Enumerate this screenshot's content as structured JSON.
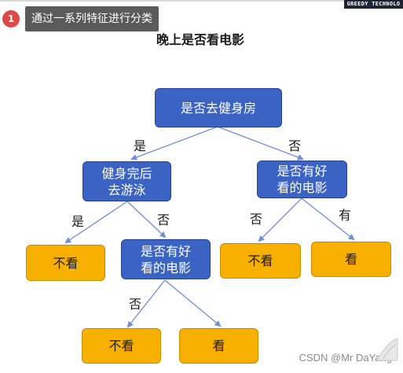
{
  "brand_strip": "GREEDY TECHNOLO",
  "step_tooltip": {
    "number": "1",
    "text": "通过一系列特征进行分类"
  },
  "title": "晚上是否看电影",
  "nodes": {
    "root": [
      "是否去健身房"
    ],
    "left_q": [
      "健身完后",
      "去游泳"
    ],
    "right_q": [
      "是否有好",
      "看的电影"
    ],
    "mid_q": [
      "是否有好",
      "看的电影"
    ],
    "leaf_ll": [
      "不看"
    ],
    "leaf_rl": [
      "不看"
    ],
    "leaf_rr": [
      "看"
    ],
    "leaf_ml": [
      "不看"
    ],
    "leaf_mr": [
      "看"
    ]
  },
  "edge_labels": {
    "root_left": "是",
    "root_right": "否",
    "left_left": "是",
    "left_right": "否",
    "right_left": "否",
    "right_right": "有",
    "mid_left": "否"
  },
  "colors": {
    "question_fill": "#3a63c4",
    "leaf_fill": "#f7b000",
    "edge": "#6f8fd6"
  },
  "watermark": "CSDN @Mr DaYang"
}
